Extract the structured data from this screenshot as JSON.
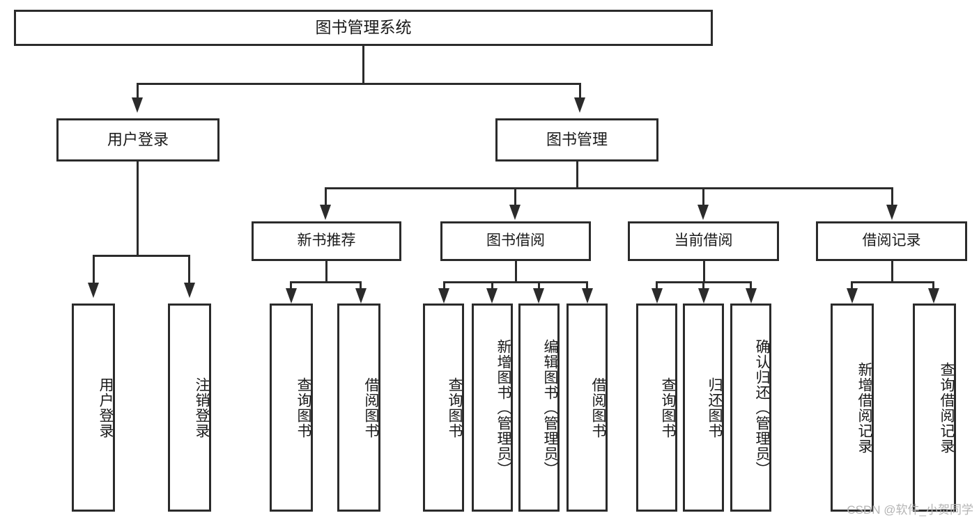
{
  "diagram": {
    "title": "图书管理系统",
    "type": "tree-hierarchy",
    "watermark": "CSDN @软件_小贺同学",
    "colors": {
      "stroke": "#2b2b2b",
      "fill": "#ffffff",
      "text": "#1a1a1a",
      "watermark": "#b4b4b4"
    },
    "levels": {
      "root": {
        "label": "图书管理系统"
      },
      "level2": [
        {
          "label": "用户登录"
        },
        {
          "label": "图书管理"
        }
      ],
      "level3": [
        {
          "label": "新书推荐"
        },
        {
          "label": "图书借阅"
        },
        {
          "label": "当前借阅"
        },
        {
          "label": "借阅记录"
        }
      ],
      "leaves": {
        "user_login": [
          {
            "label": "用户登录"
          },
          {
            "label": "注销登录"
          }
        ],
        "new_book_recommend": [
          {
            "label": "查询图书"
          },
          {
            "label": "借阅图书"
          }
        ],
        "book_borrow": [
          {
            "label": "查询图书"
          },
          {
            "label": "新增图书（管理员）"
          },
          {
            "label": "编辑图书（管理员）"
          },
          {
            "label": "借阅图书"
          }
        ],
        "current_borrow": [
          {
            "label": "查询图书"
          },
          {
            "label": "归还图书"
          },
          {
            "label": "确认归还（管理员）"
          }
        ],
        "borrow_record": [
          {
            "label": "新增借阅记录"
          },
          {
            "label": "查询借阅记录"
          }
        ]
      }
    }
  }
}
